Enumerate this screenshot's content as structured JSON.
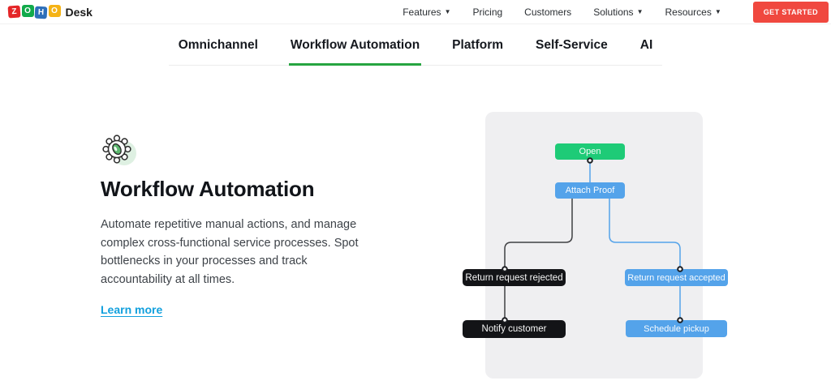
{
  "header": {
    "logo": {
      "letters": [
        {
          "char": "Z",
          "color": "#e42527"
        },
        {
          "char": "O",
          "color": "#12aa4b"
        },
        {
          "char": "H",
          "color": "#2d6fba"
        },
        {
          "char": "O",
          "color": "#f5b315"
        }
      ],
      "product": "Desk"
    },
    "nav": [
      {
        "label": "Features",
        "has_dropdown": true
      },
      {
        "label": "Pricing",
        "has_dropdown": false
      },
      {
        "label": "Customers",
        "has_dropdown": false
      },
      {
        "label": "Solutions",
        "has_dropdown": true
      },
      {
        "label": "Resources",
        "has_dropdown": true
      }
    ],
    "cta_label": "GET STARTED",
    "cta_color": "#f0483f"
  },
  "tabs": [
    {
      "label": "Omnichannel",
      "active": false
    },
    {
      "label": "Workflow Automation",
      "active": true
    },
    {
      "label": "Platform",
      "active": false
    },
    {
      "label": "Self-Service",
      "active": false
    },
    {
      "label": "AI",
      "active": false
    }
  ],
  "content": {
    "title": "Workflow Automation",
    "description": "Automate repetitive manual actions, and manage complex cross-functional service processes. Spot bottlenecks in your processes and track accountability at all times.",
    "link_label": "Learn more",
    "link_color": "#12a0dd"
  },
  "flowchart": {
    "nodes": [
      {
        "id": "open",
        "label": "Open",
        "color": "#1ecb77"
      },
      {
        "id": "attach",
        "label": "Attach Proof",
        "color": "#54a3ea"
      },
      {
        "id": "rejected",
        "label": "Return request rejected",
        "color": "#131417"
      },
      {
        "id": "accepted",
        "label": "Return request accepted",
        "color": "#54a3ea"
      },
      {
        "id": "notify",
        "label": "Notify customer",
        "color": "#131417"
      },
      {
        "id": "schedule",
        "label": "Schedule pickup",
        "color": "#54a3ea"
      }
    ],
    "edges": [
      {
        "from": "open",
        "to": "attach",
        "color": "#54a3ea"
      },
      {
        "from": "attach",
        "to": "rejected",
        "color": "#3f4043"
      },
      {
        "from": "attach",
        "to": "accepted",
        "color": "#54a3ea"
      },
      {
        "from": "rejected",
        "to": "notify",
        "color": "#3f4043"
      },
      {
        "from": "accepted",
        "to": "schedule",
        "color": "#54a3ea"
      }
    ]
  },
  "colors": {
    "active_tab_underline": "#26a541",
    "panel_background": "#efeff1"
  }
}
